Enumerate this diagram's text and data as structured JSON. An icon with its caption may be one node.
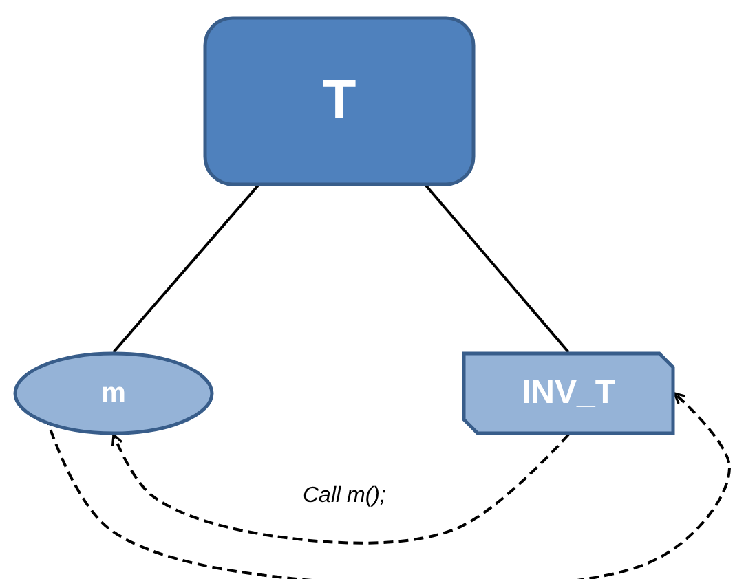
{
  "diagram": {
    "nodes": [
      {
        "text": [
          "T"
        ]
      },
      {
        "text": [
          "m"
        ]
      },
      {
        "text": [
          "INV_T"
        ]
      }
    ],
    "edges": [
      {
        "from": 0,
        "to": 1,
        "arrow": "none"
      },
      {
        "from": 0,
        "to": 2,
        "arrow": "none"
      },
      {
        "from": 2,
        "to": 1,
        "arrow": "to",
        "style": "dashed",
        "label": "Call m();"
      },
      {
        "from": 1,
        "to": 2,
        "arrow": "to",
        "style": "dashed"
      }
    ]
  }
}
